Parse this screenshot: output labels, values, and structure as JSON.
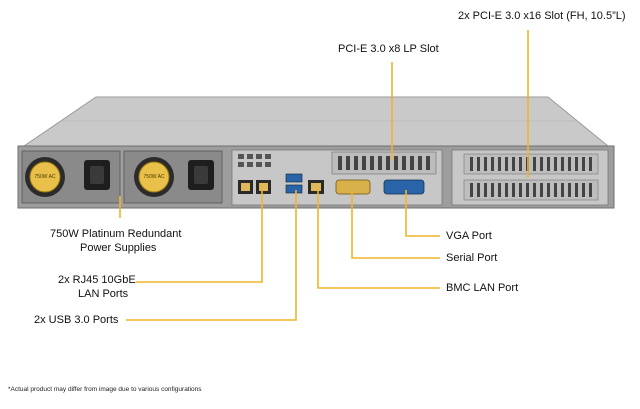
{
  "labels": {
    "pcie_x16": "2x PCI-E 3.0 x16 Slot (FH, 10.5”L)",
    "pcie_x8": "PCI-E 3.0 x8 LP Slot",
    "psu_line1": "750W Platinum Redundant",
    "psu_line2": "Power Supplies",
    "rj45_line1": "2x RJ45 10GbE",
    "rj45_line2": "LAN Ports",
    "usb": "2x USB 3.0 Ports",
    "vga": "VGA Port",
    "serial": "Serial Port",
    "bmc": "BMC LAN Port"
  },
  "psu_badge": "750W AC",
  "footnote": "*Actual product may differ from image due to various configurations",
  "colors": {
    "callout": "#f0b429",
    "chassis": "#b5b5b5",
    "panel": "#d4d4d4",
    "ports_blue": "#2a64a8",
    "fan": "#e8c04a"
  }
}
